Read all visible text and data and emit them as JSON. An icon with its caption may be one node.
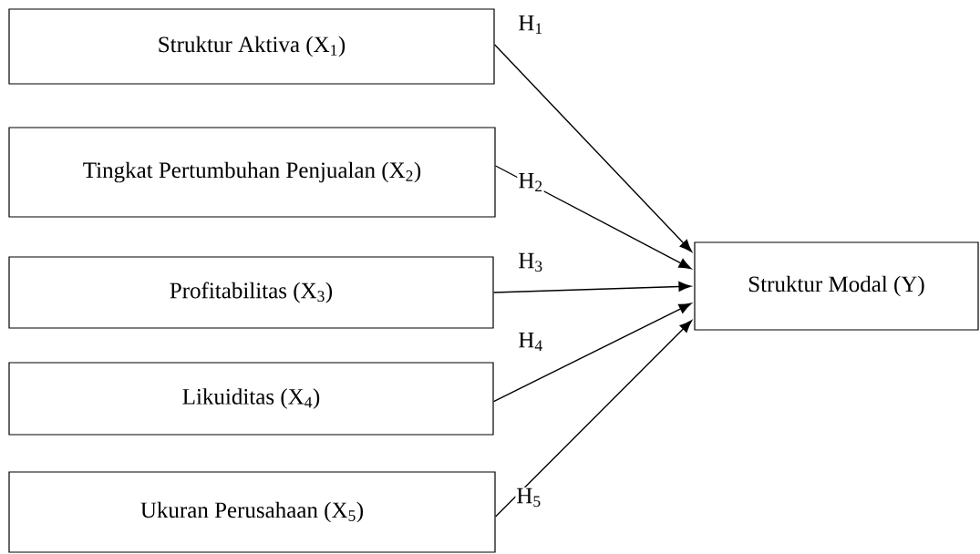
{
  "diagram": {
    "nodes": [
      {
        "text": [
          "Struktur Aktiva (X$_{1}$)"
        ]
      },
      {
        "text": [
          "Tingkat Pertumbuhan Penjualan (X$_{2}$)"
        ]
      },
      {
        "text": [
          "Profitabilitas (X$_{3}$)"
        ]
      },
      {
        "text": [
          "Likuiditas (X$_{4}$)"
        ]
      },
      {
        "text": [
          "Ukuran Perusahaan (X$_{5}$)"
        ]
      },
      {
        "text": [
          "Struktur Modal (Y)"
        ]
      }
    ],
    "edges": [
      {
        "from": 0,
        "to": 5,
        "arrow": "to",
        "label": "H$_{1}$"
      },
      {
        "from": 1,
        "to": 5,
        "arrow": "to",
        "label": "H$_{2}$"
      },
      {
        "from": 2,
        "to": 5,
        "arrow": "to",
        "label": "H$_{3}$"
      },
      {
        "from": 3,
        "to": 5,
        "arrow": "to",
        "label": "H$_{4}$"
      },
      {
        "from": 4,
        "to": 5,
        "arrow": "to",
        "label": "H$_{5}$"
      }
    ]
  }
}
